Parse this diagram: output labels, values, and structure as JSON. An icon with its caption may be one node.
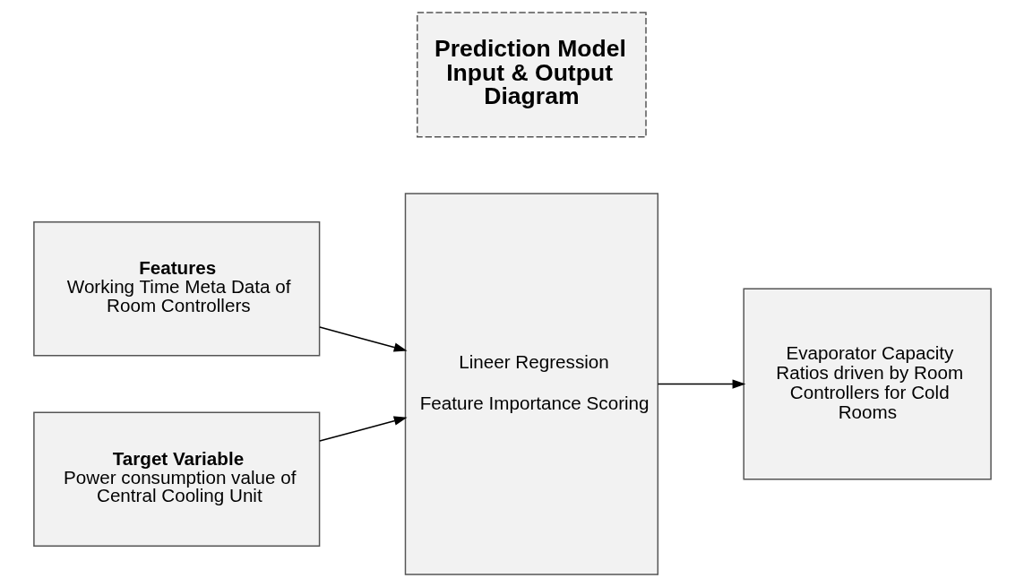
{
  "diagram": {
    "nodes": [
      {
        "text": [
          "Prediction Model Input & Output Diagram"
        ]
      },
      {
        "text": [
          "Features",
          "Working Time Meta Data of Room Controllers"
        ]
      },
      {
        "text": [
          "Target Variable",
          "Power consumption value of Central Cooling Unit"
        ]
      },
      {
        "text": [
          "Lineer Regression",
          "Feature Importance Scoring"
        ]
      },
      {
        "text": [
          "Evaporator Capacity Ratios driven by Room Controllers for Cold Rooms"
        ]
      }
    ],
    "edges": [
      {
        "from": 1,
        "to": 3,
        "arrow": "to"
      },
      {
        "from": 2,
        "to": 3,
        "arrow": "to"
      },
      {
        "from": 3,
        "to": 4,
        "arrow": "to"
      }
    ]
  }
}
